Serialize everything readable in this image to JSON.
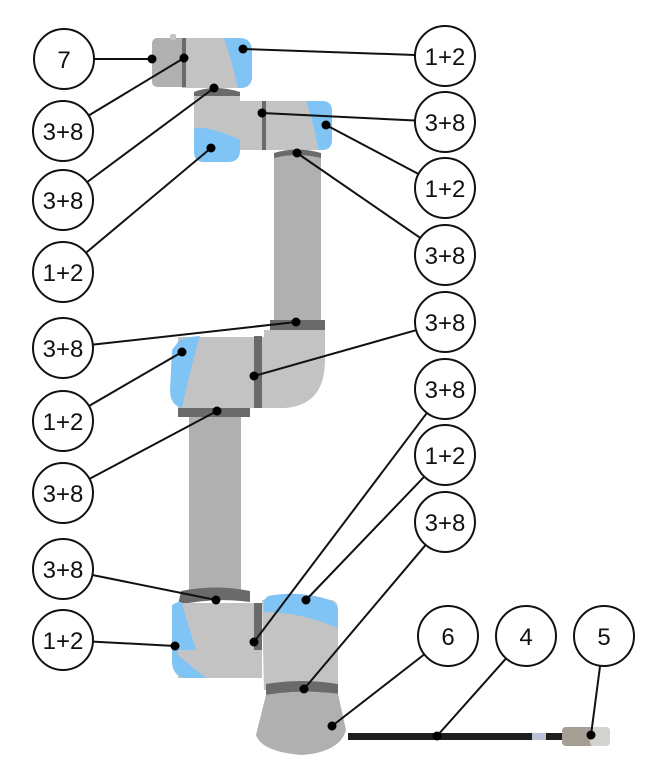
{
  "diagram": {
    "title": "Robot arm component callouts",
    "colors": {
      "body_light": "#c3c3c3",
      "body_mid": "#b0b0b0",
      "band_dark": "#6a6a6a",
      "cap_blue": "#80c4f5",
      "cable": "#1e1e1e",
      "cable_sleeve": "#b9c2d6",
      "connector_dark": "#a59e94",
      "connector_light": "#d3d3ce",
      "outline": "#111111"
    },
    "callouts": [
      {
        "id": "c-7-top",
        "label": "7",
        "side": "left"
      },
      {
        "id": "c-12-top-right",
        "label": "1+2",
        "side": "right"
      },
      {
        "id": "c-38-wrist1-left",
        "label": "3+8",
        "side": "left"
      },
      {
        "id": "c-38-wrist2-right",
        "label": "3+8",
        "side": "right"
      },
      {
        "id": "c-38-wrist2-left",
        "label": "3+8",
        "side": "left"
      },
      {
        "id": "c-12-wrist2-right",
        "label": "1+2",
        "side": "right"
      },
      {
        "id": "c-12-wrist-left",
        "label": "1+2",
        "side": "left"
      },
      {
        "id": "c-38-forearm-top-right",
        "label": "3+8",
        "side": "right"
      },
      {
        "id": "c-38-elbow-upper-left",
        "label": "3+8",
        "side": "left"
      },
      {
        "id": "c-38-elbow-right",
        "label": "3+8",
        "side": "right"
      },
      {
        "id": "c-12-elbow-left",
        "label": "1+2",
        "side": "left"
      },
      {
        "id": "c-38-upperarm-top-left",
        "label": "3+8",
        "side": "left"
      },
      {
        "id": "c-38-shoulder-joint-right",
        "label": "3+8",
        "side": "right"
      },
      {
        "id": "c-12-shoulder-right",
        "label": "1+2",
        "side": "right"
      },
      {
        "id": "c-38-base-band-right",
        "label": "3+8",
        "side": "right"
      },
      {
        "id": "c-38-upperarm-bottom-left",
        "label": "3+8",
        "side": "left"
      },
      {
        "id": "c-12-shoulder-left",
        "label": "1+2",
        "side": "left"
      },
      {
        "id": "c-6-base",
        "label": "6",
        "side": "bottom"
      },
      {
        "id": "c-4-cable",
        "label": "4",
        "side": "bottom"
      },
      {
        "id": "c-5-connector",
        "label": "5",
        "side": "bottom"
      }
    ]
  }
}
